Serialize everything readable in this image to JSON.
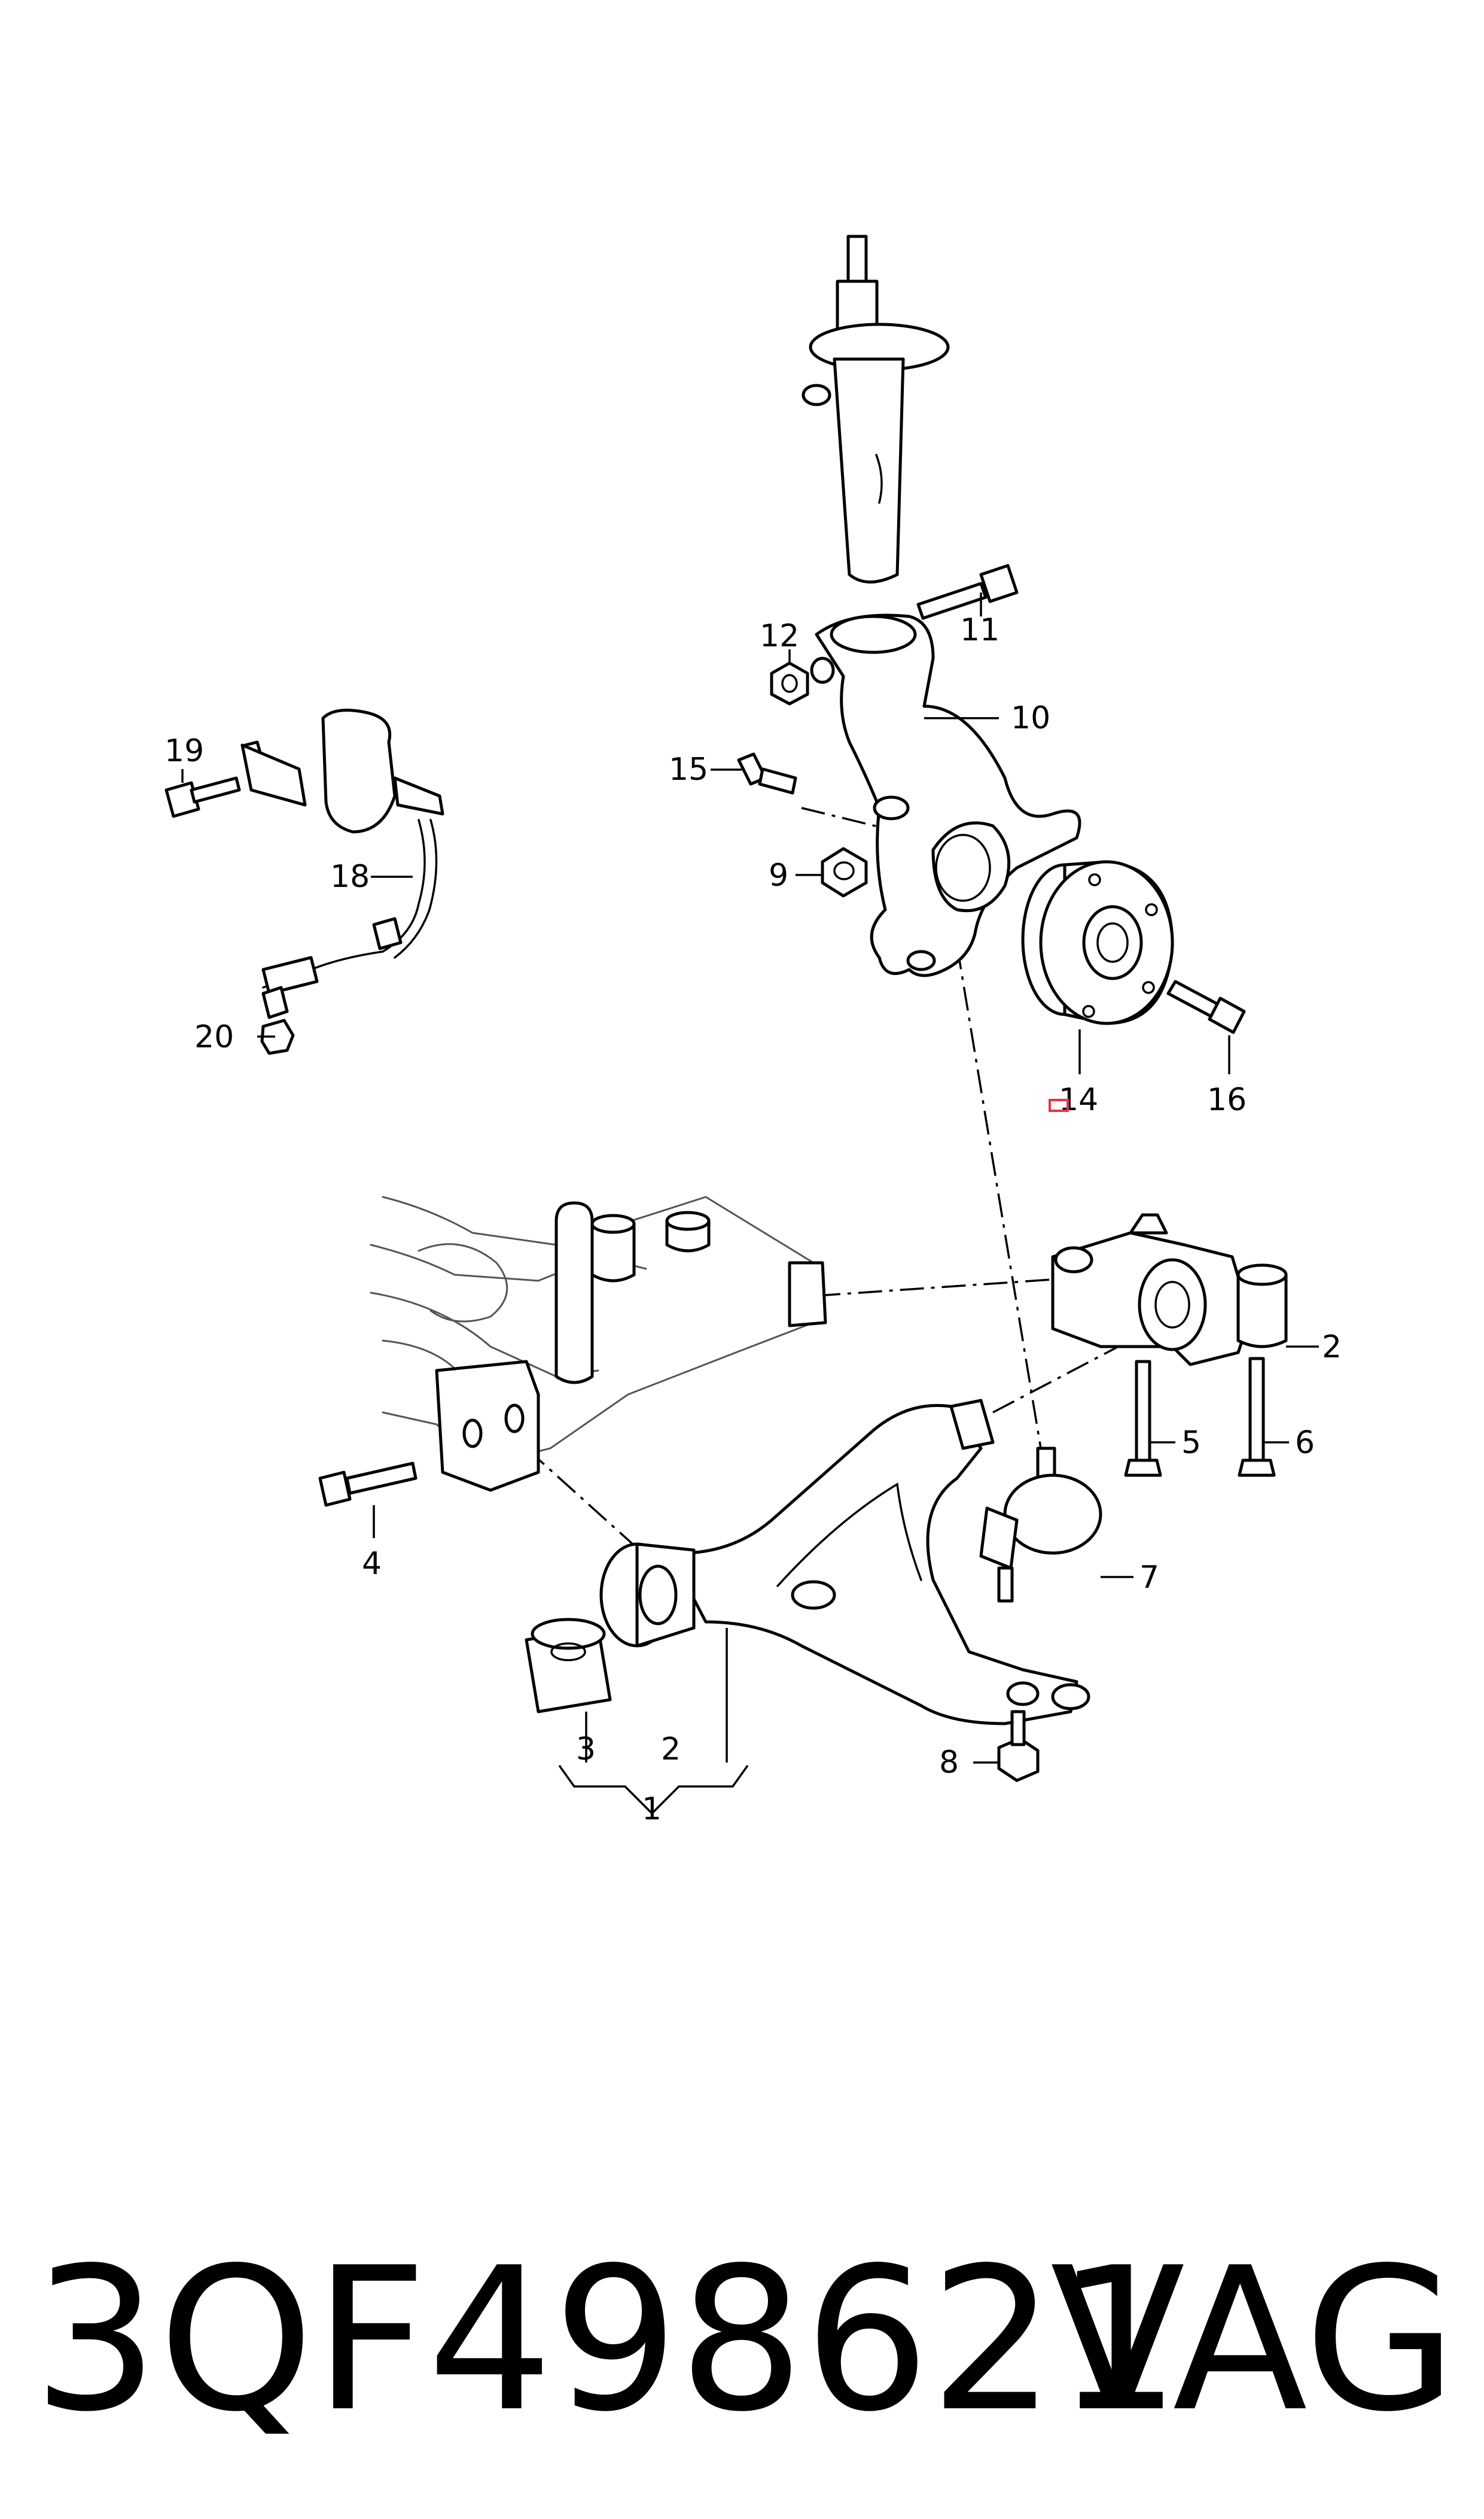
{
  "diagram": {
    "callouts": [
      "1",
      "2",
      "3",
      "4",
      "5",
      "6",
      "7",
      "8",
      "9",
      "10",
      "11",
      "12",
      "14",
      "15",
      "16",
      "18",
      "19",
      "20"
    ],
    "callouts_extra": [
      "2",
      "2"
    ]
  },
  "footer": {
    "part_number": "3QF498621",
    "brand": "VAG"
  },
  "colors": {
    "line": "#000000",
    "highlight_marker": "#e8334a"
  }
}
